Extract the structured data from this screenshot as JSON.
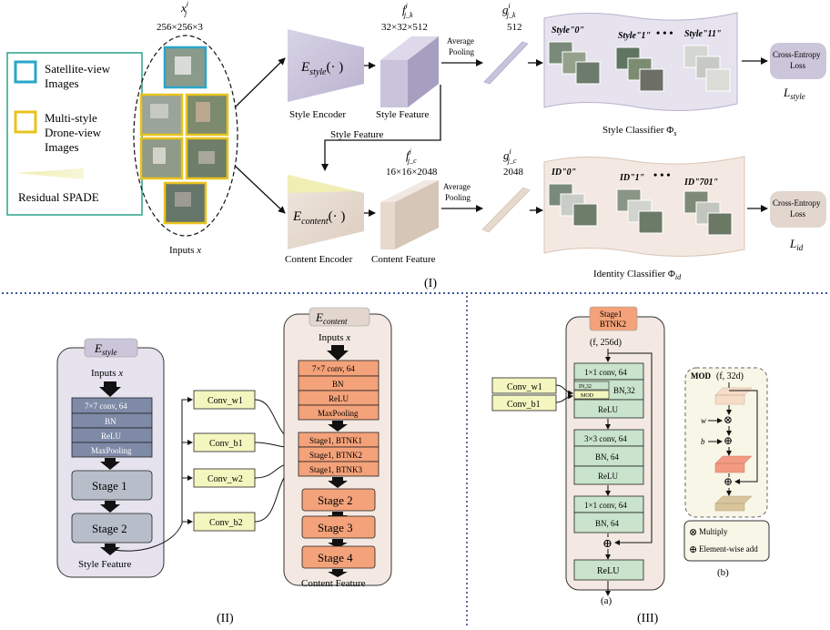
{
  "colors": {
    "satellite": "#2aa6c8",
    "drone": "#e8c31e",
    "legend_border": "#2aa38b",
    "spade": "#f0eeb2",
    "style_enc": "#cbc6da",
    "content_enc": "#e7dcd2",
    "style_panel": "#e6e3ef",
    "content_panel": "#f3e9e2",
    "orange": "#f4a27a",
    "green": "#c9e3cc",
    "yellow_box": "#f4f6bf",
    "gray_stage": "#b7bec9",
    "dot_blue": "#41579c",
    "dot_purple": "#7c5ba6"
  },
  "part1": {
    "legend": {
      "satellite_line1": "Satellite-view",
      "satellite_line2": "Images",
      "drone_line1": "Multi-style",
      "drone_line2": "Drone-view",
      "drone_line3": "Images",
      "spade": "Residual SPADE"
    },
    "input_symbol": "x",
    "input_sub": "j",
    "input_sup": "i",
    "input_dims": "256×256×3",
    "inputs_label": "Inputs",
    "inputs_var": "x",
    "style_encoder_func": "E",
    "style_encoder_sub": "style",
    "style_encoder_arg": "(· )",
    "style_encoder_label": "Style Encoder",
    "style_feature_symbol": "f",
    "style_feature_sub": "j_k",
    "style_feature_sup": "i",
    "style_feature_dims": "32×32×512",
    "style_feature_label": "Style Feature",
    "style_pool_line1": "Average",
    "style_pool_line2": "Pooling",
    "style_vec_symbol": "g",
    "style_vec_sub": "j_k",
    "style_vec_sup": "i",
    "style_vec_dim": "512",
    "style_classes": [
      "Style\"0\"",
      "Style\"1\"",
      "Style\"11\""
    ],
    "ellipsis": "• • •",
    "style_classifier_label": "Style Classifier Φ",
    "style_classifier_sub": "s",
    "ce_line1": "Cross-Entropy",
    "ce_line2": "Loss",
    "loss_style": "L",
    "loss_style_sub": "style",
    "style_feature_link": "Style Feature",
    "content_encoder_func": "E",
    "content_encoder_sub": "content",
    "content_encoder_arg": "(· )",
    "content_encoder_label": "Content Encoder",
    "content_feature_symbol": "f",
    "content_feature_sub": "j_c",
    "content_feature_sup": "i",
    "content_feature_dims": "16×16×2048",
    "content_feature_label": "Content Feature",
    "content_pool_line1": "Average",
    "content_pool_line2": "Pooling",
    "content_vec_symbol": "g",
    "content_vec_sub": "j_c",
    "content_vec_sup": "i",
    "content_vec_dim": "2048",
    "id_classes": [
      "ID\"0\"",
      "ID\"1\"",
      "ID\"701\""
    ],
    "id_classifier_label": "Identity Classifier Φ",
    "id_classifier_sub": "id",
    "loss_id": "L",
    "loss_id_sub": "id",
    "caption": "(I)"
  },
  "part2": {
    "style_title": "E",
    "style_title_sub": "style",
    "style_inputs": "Inputs",
    "style_inputs_var": "x",
    "style_layers": [
      "7×7 conv, 64",
      "BN",
      "ReLU",
      "MaxPooling"
    ],
    "stage1": "Stage 1",
    "stage2": "Stage 2",
    "style_output": "Style Feature",
    "convs": [
      "Conv_w1",
      "Conv_b1",
      "Conv_w2",
      "Conv_b2"
    ],
    "content_title": "E",
    "content_title_sub": "content",
    "content_inputs": "Inputs",
    "content_inputs_var": "x",
    "content_layers": [
      "7×7 conv, 64",
      "BN",
      "ReLU",
      "MaxPooling"
    ],
    "btnks": [
      "Stage1, BTNK1",
      "Stage1, BTNK2",
      "Stage1, BTNK3"
    ],
    "content_stages": [
      "Stage 2",
      "Stage 3",
      "Stage 4"
    ],
    "content_output": "Content Feature",
    "caption": "(II)"
  },
  "part3": {
    "header_line1": "Stage1",
    "header_line2": "BTNK2",
    "input_dims": "(f, 256d)",
    "conv1": "1×1 conv, 64",
    "in_label": "IN,32",
    "mod_label": "MOD",
    "bn32": "BN,32",
    "relu": "ReLU",
    "conv3": "3×3 conv, 64",
    "bn64": "BN, 64",
    "conv1b": "1×1 conv, 64",
    "bn64b": "BN, 64",
    "plus": "⊕",
    "relu_final": "ReLU",
    "conv_w1": "Conv_w1",
    "conv_b1": "Conv_b1",
    "sub_a": "(a)",
    "mod_title": "MOD",
    "mod_dims": "(f, 32d)",
    "w_label": "w",
    "b_label": "b",
    "multiply_symbol": "⊗",
    "multiply_text": "Multiply",
    "add_symbol": "⊕",
    "add_text": "Element-wise add",
    "sub_b": "(b)",
    "caption": "(III)"
  }
}
